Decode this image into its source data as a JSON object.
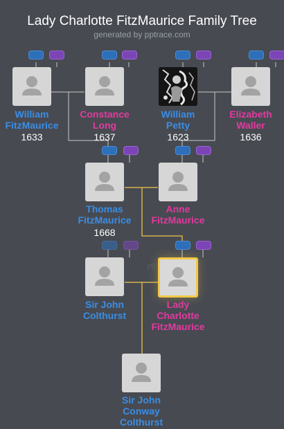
{
  "header": {
    "title": "Lady Charlotte FitzMaurice Family Tree",
    "subtitle": "generated by pptrace.com"
  },
  "watermark": "pp",
  "colors": {
    "background": "#474a51",
    "male": "#3a8ee6",
    "female": "#e23aa0",
    "highlight": "#f3c846",
    "connector": "#c9c9c9"
  },
  "people": {
    "william_fitzmaurice": {
      "name_line1": "William",
      "name_line2": "FitzMaurice",
      "year": "1633"
    },
    "constance_long": {
      "name_line1": "Constance",
      "name_line2": "Long",
      "year": "1637"
    },
    "william_petty": {
      "name_line1": "William",
      "name_line2": "Petty",
      "year": "1623"
    },
    "elizabeth_waller": {
      "name_line1": "Elizabeth",
      "name_line2": "Waller",
      "year": "1636"
    },
    "thomas_fitzmaurice": {
      "name_line1": "Thomas",
      "name_line2": "FitzMaurice",
      "year": "1668"
    },
    "anne_fitzmaurice": {
      "name_line1": "Anne",
      "name_line2": "FitzMaurice"
    },
    "sir_john_colthurst": {
      "name_line1": "Sir John",
      "name_line2": "Colthurst"
    },
    "lady_charlotte": {
      "name_line1": "Lady",
      "name_line2": "Charlotte",
      "name_line3": "FitzMaurice"
    },
    "sir_john_conway": {
      "name_line1": "Sir John",
      "name_line2": "Conway",
      "name_line3": "Colthurst"
    }
  },
  "icons": {
    "expand_father": "blue-expand-button",
    "expand_mother": "purple-expand-button",
    "avatar": "person-silhouette-icon"
  }
}
